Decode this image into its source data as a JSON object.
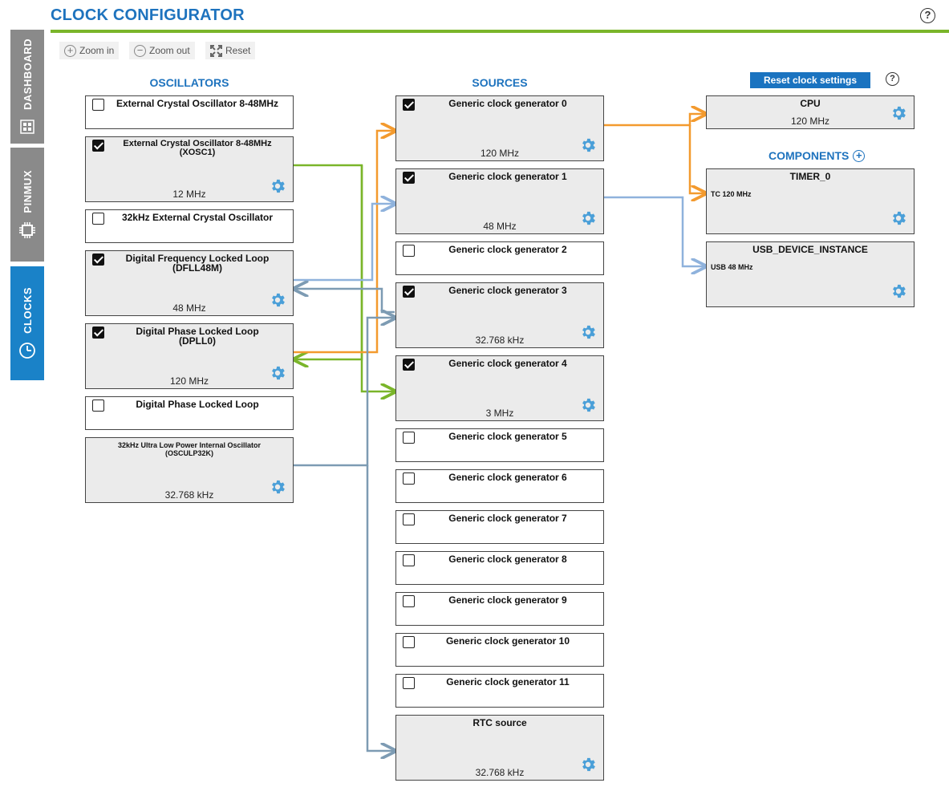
{
  "header": {
    "title": "CLOCK CONFIGURATOR",
    "help": "?"
  },
  "sidebar": {
    "tabs": [
      {
        "label": "DASHBOARD",
        "icon": "dashboard-icon",
        "active": false
      },
      {
        "label": "PINMUX",
        "icon": "chip-icon",
        "active": false
      },
      {
        "label": "CLOCKS",
        "icon": "clock-icon",
        "active": true
      }
    ]
  },
  "toolbar": {
    "zoom_in": "Zoom in",
    "zoom_out": "Zoom out",
    "reset": "Reset"
  },
  "columns": {
    "oscillators": "OSCILLATORS",
    "sources": "SOURCES",
    "components": "COMPONENTS"
  },
  "reset_clock_settings": "Reset clock settings",
  "help2": "?",
  "oscillators": [
    {
      "title": "External Crystal Oscillator 8-48MHz",
      "checked": false,
      "value": ""
    },
    {
      "title": "External Crystal Oscillator 8-48MHz",
      "subtitle": "(XOSC1)",
      "checked": true,
      "value": "12 MHz"
    },
    {
      "title": "32kHz External Crystal Oscillator",
      "checked": false,
      "value": ""
    },
    {
      "title": "Digital Frequency Locked Loop",
      "subtitle": "(DFLL48M)",
      "checked": true,
      "value": "48 MHz"
    },
    {
      "title": "Digital Phase Locked Loop",
      "subtitle": "(DPLL0)",
      "checked": true,
      "value": "120 MHz"
    },
    {
      "title": "Digital Phase Locked Loop",
      "checked": false,
      "value": ""
    },
    {
      "title": "32kHz Ultra Low Power Internal Oscillator",
      "subtitle": "(OSCULP32K)",
      "checked": null,
      "value": "32.768 kHz"
    }
  ],
  "sources": [
    {
      "title": "Generic clock generator 0",
      "checked": true,
      "value": "120 MHz"
    },
    {
      "title": "Generic clock generator 1",
      "checked": true,
      "value": "48 MHz"
    },
    {
      "title": "Generic clock generator 2",
      "checked": false,
      "value": ""
    },
    {
      "title": "Generic clock generator 3",
      "checked": true,
      "value": "32.768 kHz"
    },
    {
      "title": "Generic clock generator 4",
      "checked": true,
      "value": "3 MHz"
    },
    {
      "title": "Generic clock generator 5",
      "checked": false,
      "value": ""
    },
    {
      "title": "Generic clock generator 6",
      "checked": false,
      "value": ""
    },
    {
      "title": "Generic clock generator 7",
      "checked": false,
      "value": ""
    },
    {
      "title": "Generic clock generator 8",
      "checked": false,
      "value": ""
    },
    {
      "title": "Generic clock generator 9",
      "checked": false,
      "value": ""
    },
    {
      "title": "Generic clock generator 10",
      "checked": false,
      "value": ""
    },
    {
      "title": "Generic clock generator 11",
      "checked": false,
      "value": ""
    },
    {
      "title": "RTC source",
      "checked": null,
      "value": "32.768 kHz"
    }
  ],
  "components": [
    {
      "title": "CPU",
      "detail": "",
      "value": "120 MHz"
    },
    {
      "title": "TIMER_0",
      "detail": "TC 120 MHz",
      "value": ""
    },
    {
      "title": "USB_DEVICE_INSTANCE",
      "detail": "USB 48 MHz",
      "value": ""
    }
  ],
  "colors": {
    "accent": "#1e73be",
    "rule": "#7ab52a",
    "wire_orange": "#f39a2e",
    "wire_green": "#7ab52a",
    "wire_blue": "#8fb2dc",
    "wire_slate": "#7d9bb3",
    "gear": "#4a9fd8"
  }
}
